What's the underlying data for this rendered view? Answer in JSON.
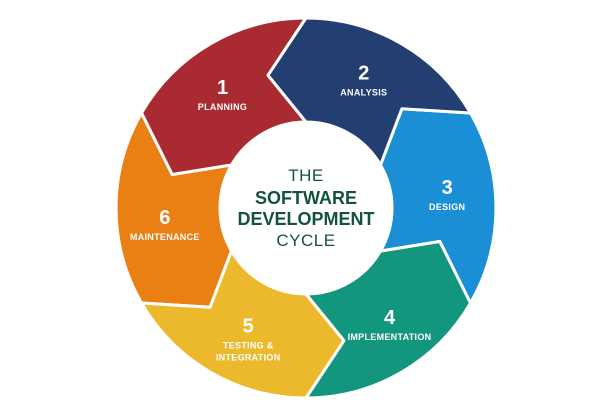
{
  "center": {
    "line1": "THE",
    "line2": "SOFTWARE",
    "line3": "DEVELOPMENT",
    "line4": "CYCLE",
    "color": "#14523f"
  },
  "stages": [
    {
      "number": "1",
      "label": [
        "PLANNING"
      ],
      "color": "#a92a30"
    },
    {
      "number": "6",
      "label": [
        "MAINTENANCE"
      ],
      "color": "#ea7f14"
    },
    {
      "number": "5",
      "label": [
        "TESTING &",
        "INTEGRATION"
      ],
      "color": "#ebb92b"
    },
    {
      "number": "4",
      "label": [
        "IMPLEMENTATION"
      ],
      "color": "#13967e"
    },
    {
      "number": "3",
      "label": [
        "DESIGN"
      ],
      "color": "#1a8fd5"
    },
    {
      "number": "2",
      "label": [
        "ANALYSIS"
      ],
      "color": "#233f72"
    }
  ]
}
